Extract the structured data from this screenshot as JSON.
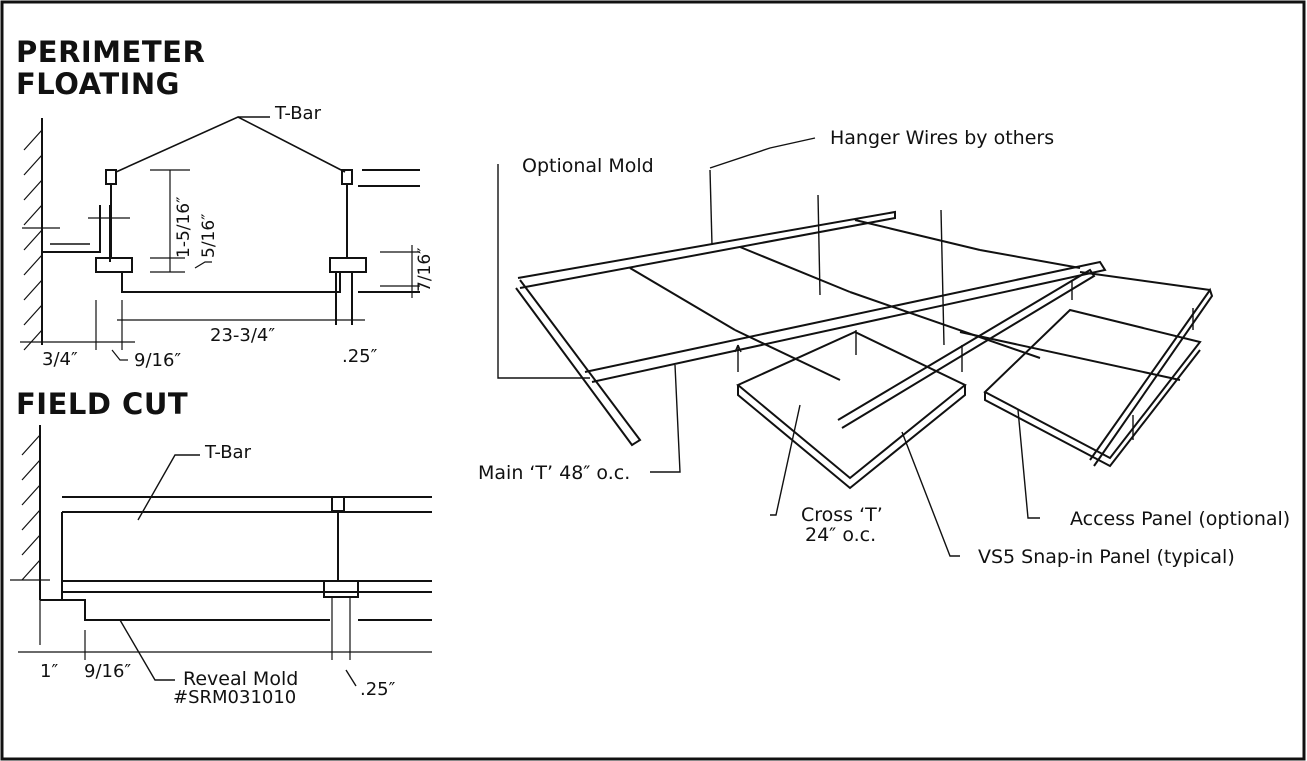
{
  "sections": {
    "perimeter": {
      "title_line1": "PERIMETER",
      "title_line2": "FLOATING"
    },
    "field_cut": {
      "title": "FIELD CUT"
    }
  },
  "perimeter_labels": {
    "tbar": "T-Bar",
    "dim_1_5_16": "1-5/16″",
    "dim_5_16": "5/16″",
    "dim_7_16": "7/16″",
    "dim_23_3_4": "23-3/4″",
    "dim_3_4": "3/4″",
    "dim_9_16": "9/16″",
    "dim_25": ".25″"
  },
  "field_labels": {
    "tbar": "T-Bar",
    "dim_1": "1″",
    "dim_9_16": "9/16″",
    "reveal_mold": "Reveal Mold",
    "part_no": "#SRM031010",
    "dim_25": ".25″"
  },
  "iso_labels": {
    "hanger_wires": "Hanger Wires by others",
    "optional_mold": "Optional Mold",
    "main_t": "Main ‘T’ 48″ o.c.",
    "cross_t_line1": "Cross ‘T’",
    "cross_t_line2": "24″ o.c.",
    "vs5_panel": "VS5 Snap-in Panel (typical)",
    "access_panel": "Access Panel (optional)"
  },
  "colors": {
    "ink": "#111111",
    "background": "#ffffff"
  }
}
